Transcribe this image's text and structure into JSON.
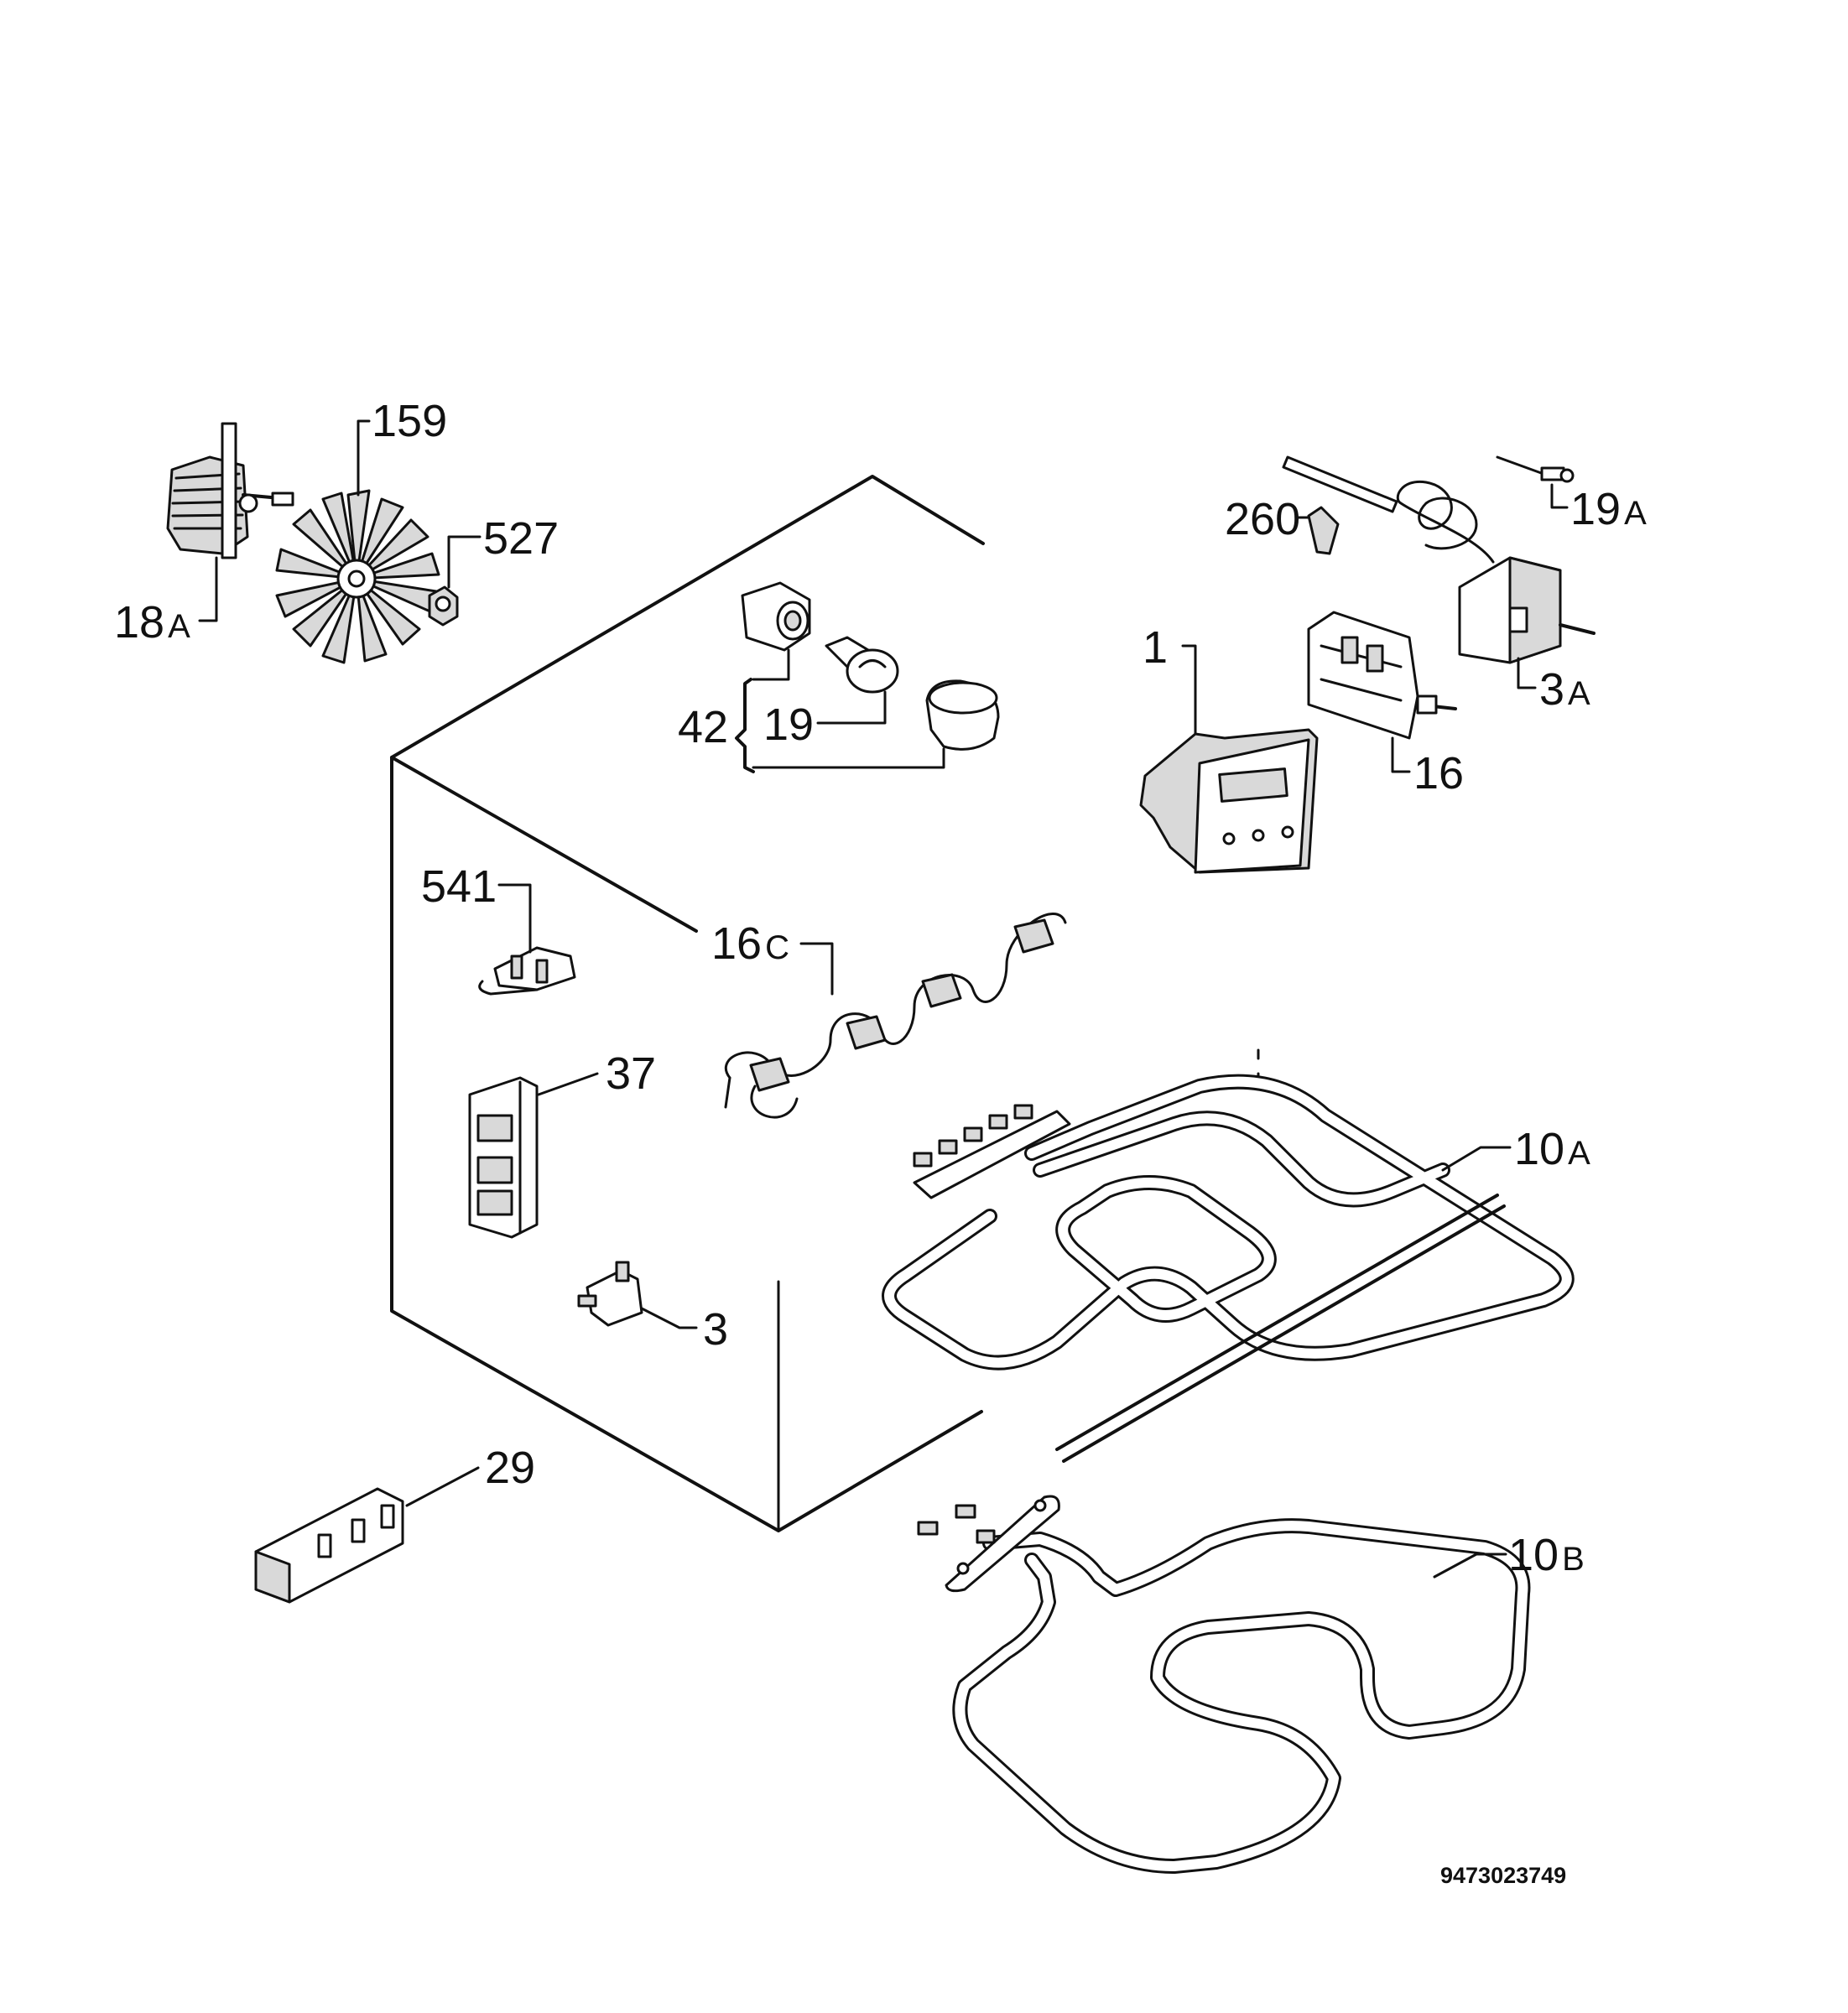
{
  "labels": {
    "p159": "159",
    "p527": "527",
    "p18a_num": "18",
    "p18a_suffix": "A",
    "p260": "260",
    "p19a_num": "19",
    "p19a_suffix": "A",
    "p1": "1",
    "p42": "42",
    "p19": "19",
    "p3a_num": "3",
    "p3a_suffix": "A",
    "p16": "16",
    "p541": "541",
    "p16c_num": "16",
    "p16c_suffix": "C",
    "p37": "37",
    "p10a_num": "10",
    "p10a_suffix": "A",
    "p3": "3",
    "p29": "29",
    "p10b_num": "10",
    "p10b_suffix": "B"
  },
  "document_code": "9473023749"
}
